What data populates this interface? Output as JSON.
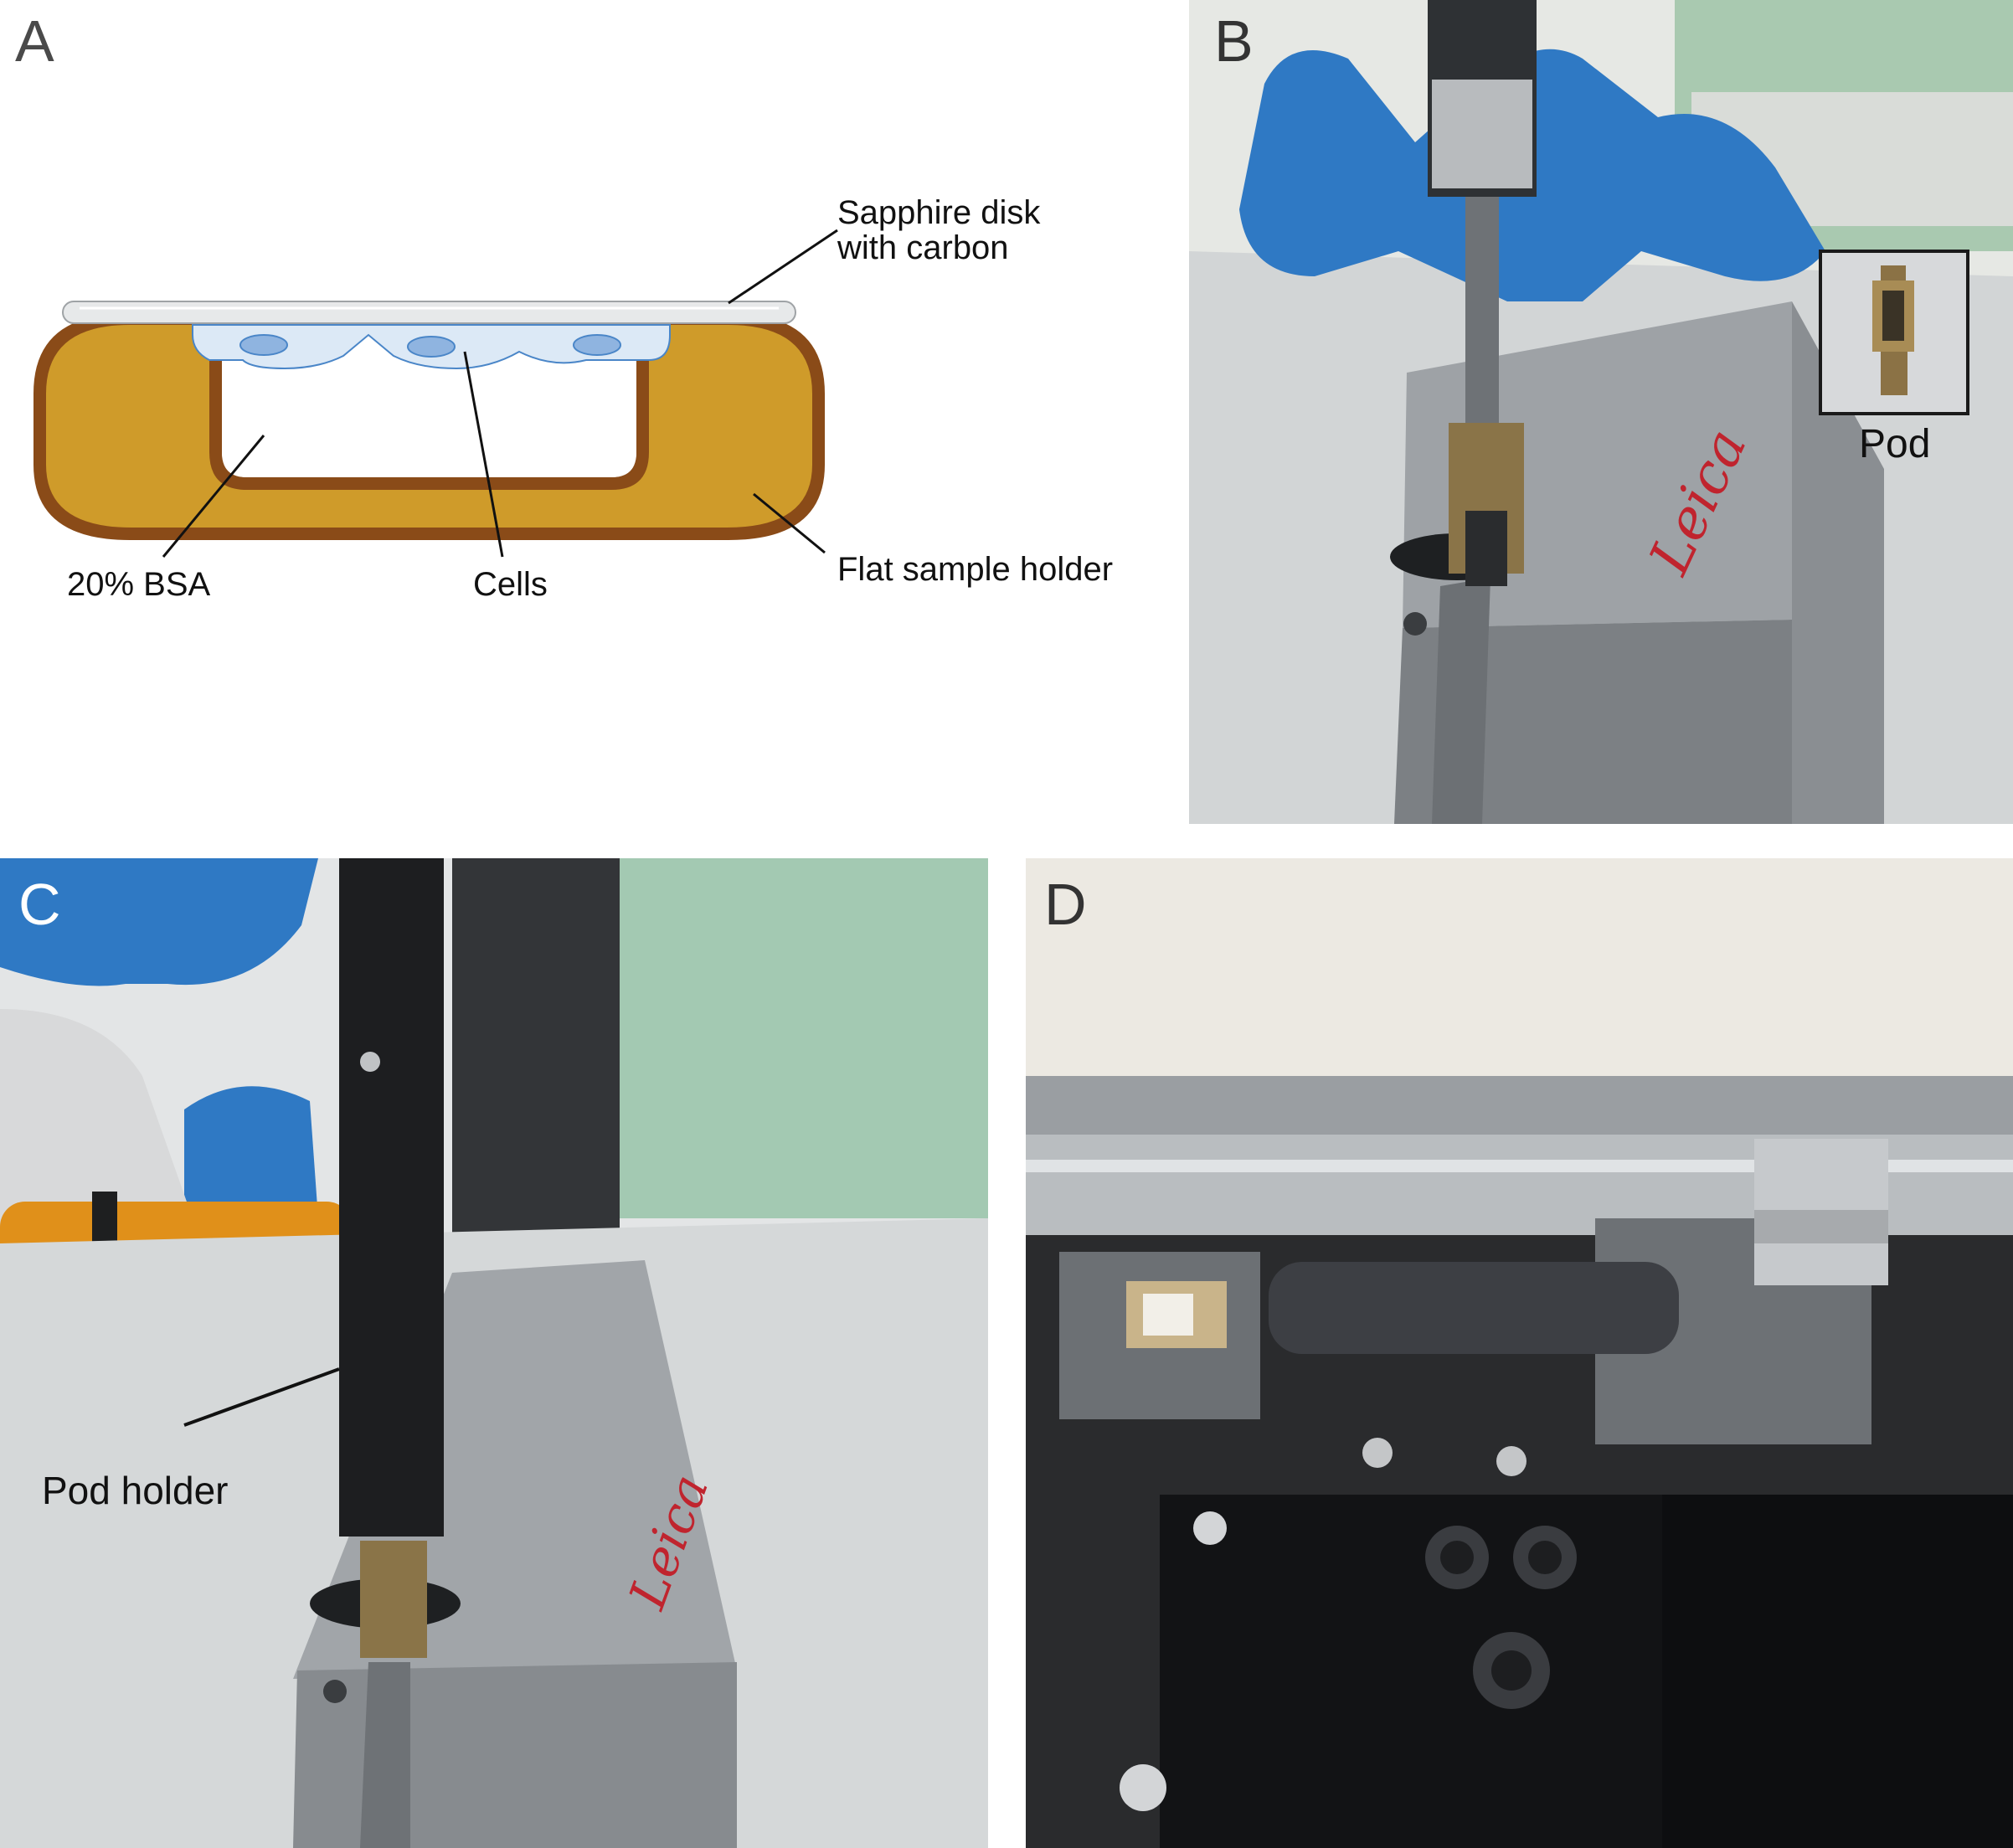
{
  "panels": {
    "a": {
      "letter": "A",
      "labels": {
        "sapphire_line1": "Sapphire disk",
        "sapphire_line2": "with carbon",
        "bsa": "20% BSA",
        "cells": "Cells",
        "holder": "Flat sample holder"
      }
    },
    "b": {
      "letter": "B",
      "inset_label": "Pod",
      "brand": "Leica"
    },
    "c": {
      "letter": "C",
      "label": "Pod holder",
      "brand": "Leica"
    },
    "d": {
      "letter": "D"
    }
  },
  "colors": {
    "holder_fill": "#cf9b2a",
    "holder_rim": "#8a4b18",
    "glove": "#2f79c4",
    "metal": "#8e9296",
    "brand_red": "#c0242e"
  }
}
